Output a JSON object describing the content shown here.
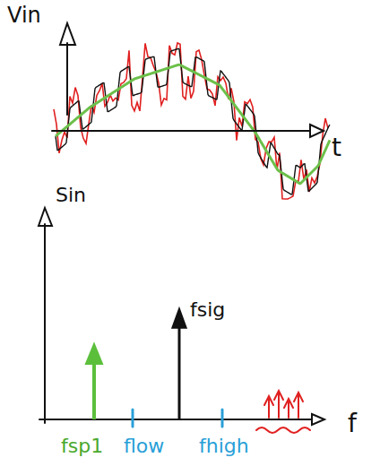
{
  "diagram": {
    "labels": [
      "Vin",
      "t",
      "Sin",
      "fsig",
      "f",
      "fsp1",
      "flow",
      "fhigh"
    ]
  }
}
